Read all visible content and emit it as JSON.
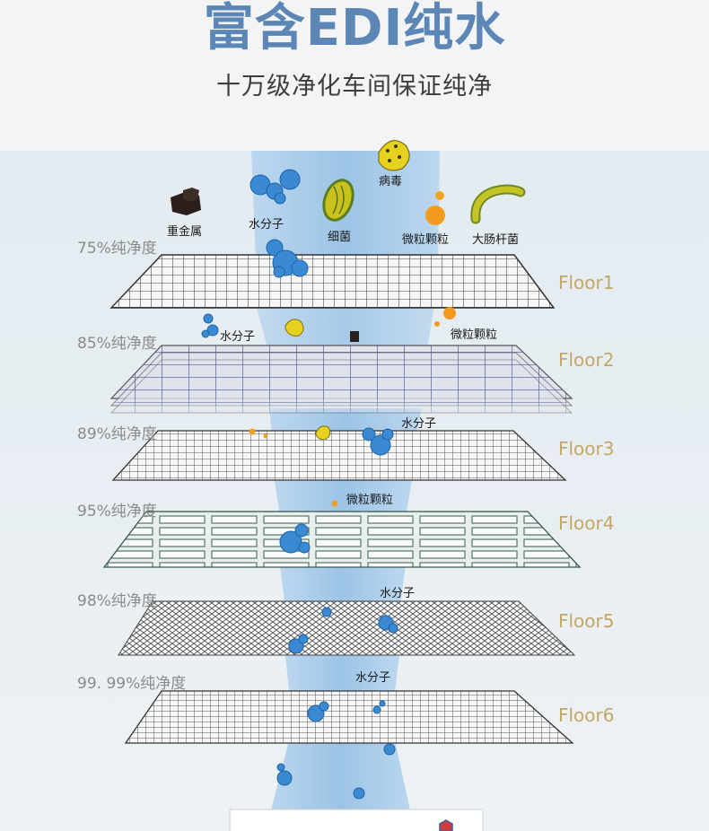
{
  "header": {
    "title": "富含EDI纯水",
    "subtitle": "十万级净化车间保证纯净"
  },
  "layers": [
    {
      "purity_label": "75%纯净度",
      "floor_label": "Floor1"
    },
    {
      "purity_label": "85%纯净度",
      "floor_label": "Floor2"
    },
    {
      "purity_label": "89%纯净度",
      "floor_label": "Floor3"
    },
    {
      "purity_label": "95%纯净度",
      "floor_label": "Floor4"
    },
    {
      "purity_label": "98%纯净度",
      "floor_label": "Floor5"
    },
    {
      "purity_label": "99. 99%纯净度",
      "floor_label": "Floor6"
    }
  ],
  "particles": {
    "heavy_metal": "重金属",
    "water_molecule": "水分子",
    "bacteria": "细菌",
    "virus": "病毒",
    "micro_particle": "微粒颗粒",
    "ecoli": "大肠杆菌"
  },
  "colors": {
    "title": "#5b86b6",
    "floor_label": "#c3a766",
    "stream": "#a9cbe8",
    "water": "#3d8fd6"
  }
}
